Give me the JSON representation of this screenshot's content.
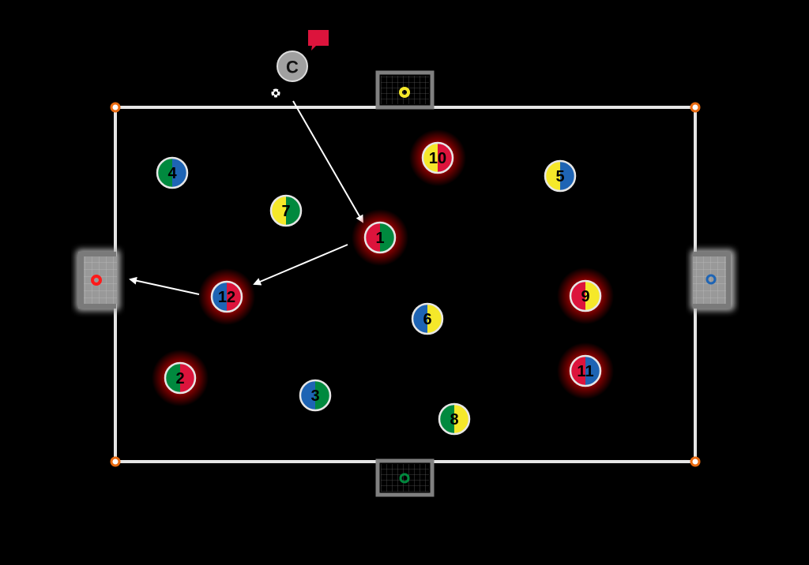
{
  "colors": {
    "red": "#dc143c",
    "green": "#00893e",
    "blue": "#1e64b4",
    "yellow": "#f5e82a",
    "field_line": "#e6e6e6",
    "corner": "#e86a10",
    "goal_frame": "#808080",
    "glow": "#b00000"
  },
  "coach": {
    "label": "C"
  },
  "goals": [
    {
      "side": "top",
      "marker_color": "#f5e82a"
    },
    {
      "side": "bottom",
      "marker_color": "#00893e"
    },
    {
      "side": "left",
      "marker_color": "#ff1a1a"
    },
    {
      "side": "right",
      "marker_color": "#1e64b4"
    }
  ],
  "players": [
    {
      "number": "1",
      "left": "#dc143c",
      "right": "#00893e",
      "highlighted": true
    },
    {
      "number": "2",
      "left": "#00893e",
      "right": "#dc143c",
      "highlighted": true
    },
    {
      "number": "3",
      "left": "#1e64b4",
      "right": "#00893e",
      "highlighted": false
    },
    {
      "number": "4",
      "left": "#00893e",
      "right": "#1e64b4",
      "highlighted": false
    },
    {
      "number": "5",
      "left": "#f5e82a",
      "right": "#1e64b4",
      "highlighted": false
    },
    {
      "number": "6",
      "left": "#1e64b4",
      "right": "#f5e82a",
      "highlighted": false
    },
    {
      "number": "7",
      "left": "#f5e82a",
      "right": "#00893e",
      "highlighted": false
    },
    {
      "number": "8",
      "left": "#00893e",
      "right": "#f5e82a",
      "highlighted": false
    },
    {
      "number": "9",
      "left": "#dc143c",
      "right": "#f5e82a",
      "highlighted": true
    },
    {
      "number": "10",
      "left": "#f5e82a",
      "right": "#dc143c",
      "highlighted": true
    },
    {
      "number": "11",
      "left": "#dc143c",
      "right": "#1e64b4",
      "highlighted": true
    },
    {
      "number": "12",
      "left": "#1e64b4",
      "right": "#dc143c",
      "highlighted": true
    }
  ]
}
